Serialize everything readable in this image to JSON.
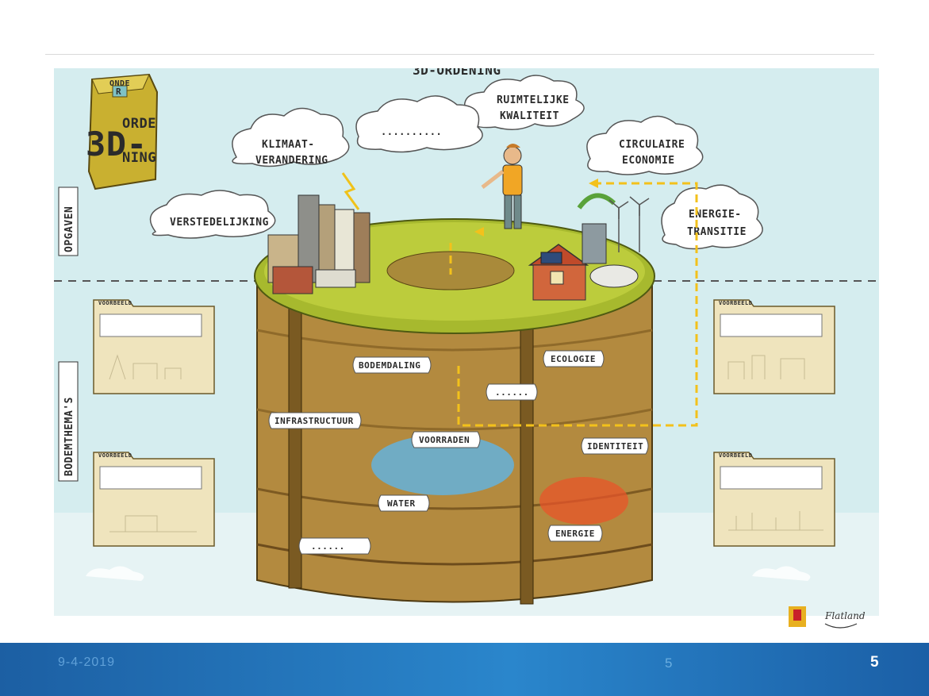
{
  "title": "3D-ORDENING",
  "logo": {
    "top": "ONDE",
    "badge": "R",
    "left": "3D-",
    "right1": "ORDE",
    "right2": "NING"
  },
  "side_labels": {
    "top": "OPGAVEN",
    "bottom": "BODEMTHEMA'S"
  },
  "clouds": {
    "ruimtelijke": [
      "RUIMTELIJKE",
      "KWALITEIT"
    ],
    "blank": "..........",
    "klimaat": [
      "KLIMAAT-",
      "VERANDERING"
    ],
    "circulaire": [
      "CIRCULAIRE",
      "ECONOMIE"
    ],
    "verstedelijking": "VERSTEDELIJKING",
    "energie": [
      "ENERGIE-",
      "TRANSITIE"
    ]
  },
  "soil_labels": {
    "bodemdaling": "BODEMDALING",
    "ecologie": "ECOLOGIE",
    "blank1": "......",
    "infrastructuur": "INFRASTRUCTUUR",
    "voorraden": "VOORRADEN",
    "identiteit": "IDENTITEIT",
    "water": "WATER",
    "energie": "ENERGIE",
    "blank2": "......"
  },
  "folder_tab": "VOORBEELD",
  "footer": {
    "date": "9-4-2019",
    "center": "5",
    "page": "5"
  },
  "logo_text": "Flatland",
  "colors": {
    "footer": "#2a7bc4",
    "sky": "#d3ecee",
    "grass": "#b7c634",
    "soil": "#b3893e",
    "arrow": "#f3c11b",
    "folder": "#efe4bd"
  }
}
